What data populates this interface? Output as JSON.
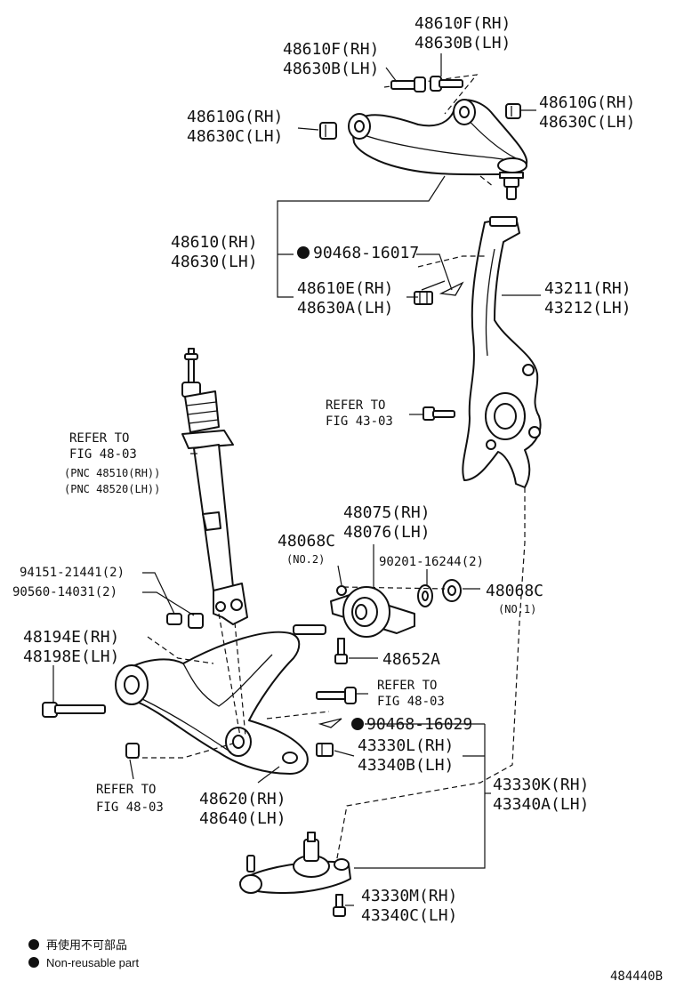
{
  "labels": {
    "upper_bolt_top": [
      "48610F(RH)",
      "48630B(LH)"
    ],
    "upper_bolt_left": [
      "48610F(RH)",
      "48630B(LH)"
    ],
    "upper_bush_right": [
      "48610G(RH)",
      "48630C(LH)"
    ],
    "upper_bush_left": [
      "48610G(RH)",
      "48630C(LH)"
    ],
    "upper_arm": [
      "48610(RH)",
      "48630(LH)"
    ],
    "cotter_upper": "90468-16017",
    "upper_nut": [
      "48610E(RH)",
      "48630A(LH)"
    ],
    "knuckle": [
      "43211(RH)",
      "43212(LH)"
    ],
    "refer_43": [
      "REFER TO",
      "FIG 43-03"
    ],
    "shock_refer": [
      "REFER TO",
      "FIG 48-03",
      "(PNC 48510(RH))",
      "(PNC 48520(LH))"
    ],
    "bushing_assy": [
      "48075(RH)",
      "48076(LH)"
    ],
    "nut_no2": [
      "48068C",
      "(NO.2)"
    ],
    "washer": "90201-16244(2)",
    "nut_no1": [
      "48068C",
      "(NO.1)"
    ],
    "bolt_a": "94151-21441(2)",
    "bolt_b": "90560-14031(2)",
    "front_bolt": [
      "48194E(RH)",
      "48198E(LH)"
    ],
    "bolt_48652": "48652A",
    "refer_48_right": [
      "REFER TO",
      "FIG 48-03"
    ],
    "cotter_lower": "90468-16029",
    "lower_nut": [
      "43330L(RH)",
      "43340B(LH)"
    ],
    "ball_joint": [
      "43330K(RH)",
      "43340A(LH)"
    ],
    "refer_48_left": [
      "REFER TO",
      "FIG 48-03"
    ],
    "lower_arm": [
      "48620(RH)",
      "48640(LH)"
    ],
    "ball_bolt": [
      "43330M(RH)",
      "43340C(LH)"
    ]
  },
  "legend": {
    "jp": "再使用不可部品",
    "en": "Non-reusable part"
  },
  "figure_id": "484440B",
  "colors": {
    "ink": "#111111",
    "paper": "#ffffff"
  }
}
